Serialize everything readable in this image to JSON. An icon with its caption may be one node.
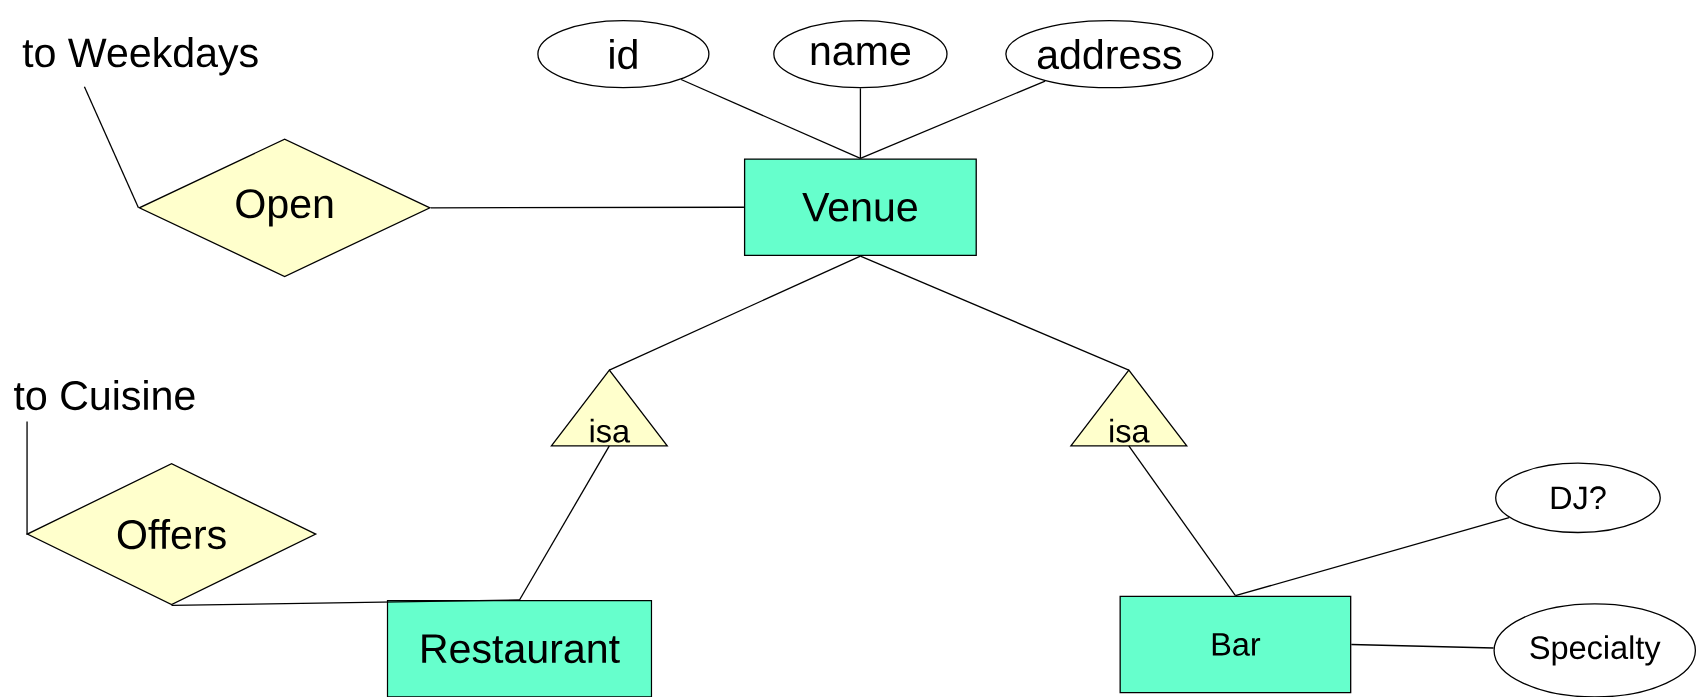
{
  "diagram": {
    "nodes": [
      {
        "text": [
          "to Weekdays"
        ]
      },
      {
        "text": [
          "id"
        ]
      },
      {
        "text": [
          "name"
        ]
      },
      {
        "text": [
          "address"
        ]
      },
      {
        "text": [
          "Open"
        ]
      },
      {
        "text": [
          "Venue"
        ]
      },
      {
        "text": [
          "to Cuisine"
        ]
      },
      {
        "text": [
          "isa"
        ]
      },
      {
        "text": [
          "isa"
        ]
      },
      {
        "text": [
          "DJ?"
        ]
      },
      {
        "text": [
          "Offers"
        ]
      },
      {
        "text": [
          "Restaurant"
        ]
      },
      {
        "text": [
          "Bar"
        ]
      },
      {
        "text": [
          "Specialty"
        ]
      }
    ],
    "edges": [
      {
        "from": 1,
        "to": 5,
        "arrow": "none"
      },
      {
        "from": 2,
        "to": 5,
        "arrow": "none"
      },
      {
        "from": 3,
        "to": 5,
        "arrow": "none"
      },
      {
        "from": 0,
        "to": 4,
        "arrow": "none"
      },
      {
        "from": 4,
        "to": 5,
        "arrow": "none"
      },
      {
        "from": 5,
        "to": 7,
        "arrow": "none"
      },
      {
        "from": 5,
        "to": 8,
        "arrow": "none"
      },
      {
        "from": 7,
        "to": 11,
        "arrow": "none"
      },
      {
        "from": 8,
        "to": 12,
        "arrow": "none"
      },
      {
        "from": 6,
        "to": 10,
        "arrow": "none"
      },
      {
        "from": 10,
        "to": 11,
        "arrow": "none"
      },
      {
        "from": 12,
        "to": 9,
        "arrow": "none"
      },
      {
        "from": 12,
        "to": 13,
        "arrow": "none"
      }
    ]
  }
}
